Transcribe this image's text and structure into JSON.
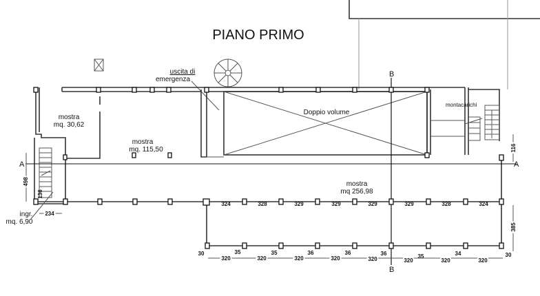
{
  "title": "PIANO PRIMO",
  "rooms": {
    "mostra_small": {
      "name": "mostra",
      "area": "mq. 30,62"
    },
    "mostra_mid": {
      "name": "mostra",
      "area": "mq. 115,50"
    },
    "mostra_large": {
      "name": "mostra",
      "area": "mq 256,98"
    },
    "ingresso": {
      "name": "ingr.",
      "area": "mq. 6,90"
    },
    "doppio_volume": "Doppio volume",
    "montacarichi": "montacarichi"
  },
  "annotations": {
    "exit_line1": "uscita di",
    "exit_line2": "emergenza"
  },
  "axes": {
    "a": "A",
    "b": "B"
  },
  "dimensions": {
    "bays": [
      "324",
      "328",
      "329",
      "329",
      "329",
      "329",
      "328",
      "324"
    ],
    "offsets": [
      "30",
      "35",
      "35",
      "36",
      "36",
      "36",
      "35",
      "34",
      "30"
    ],
    "spans": [
      "320",
      "320",
      "320",
      "320",
      "320",
      "320",
      "320",
      "320"
    ],
    "left_height": "498",
    "stair_height": "136",
    "ingress_width": "234",
    "right_top": "116",
    "right_bottom": "385"
  }
}
